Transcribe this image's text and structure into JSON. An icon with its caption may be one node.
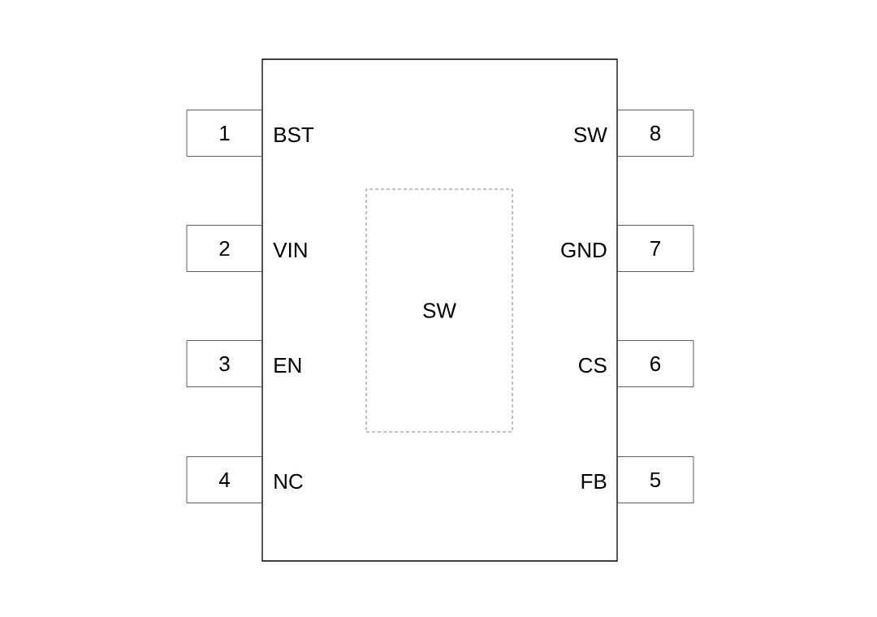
{
  "diagram": {
    "nodes": [
      {
        "text": [],
        "shape": "box"
      },
      {
        "text": [
          "1"
        ],
        "beside": [
          "BST"
        ]
      },
      {
        "text": [
          "2"
        ],
        "beside": [
          "VIN"
        ]
      },
      {
        "text": [
          "3"
        ],
        "beside": [
          "EN"
        ]
      },
      {
        "text": [
          "4"
        ],
        "beside": [
          "NC"
        ]
      },
      {
        "text": [
          "5"
        ],
        "beside": [
          "FB"
        ]
      },
      {
        "text": [
          "6"
        ],
        "beside": [
          "CS"
        ]
      },
      {
        "text": [
          "7"
        ],
        "beside": [
          "GND"
        ]
      },
      {
        "text": [
          "8"
        ],
        "beside": [
          "SW"
        ]
      },
      {
        "text": [
          "SW"
        ],
        "in": 0
      }
    ]
  }
}
